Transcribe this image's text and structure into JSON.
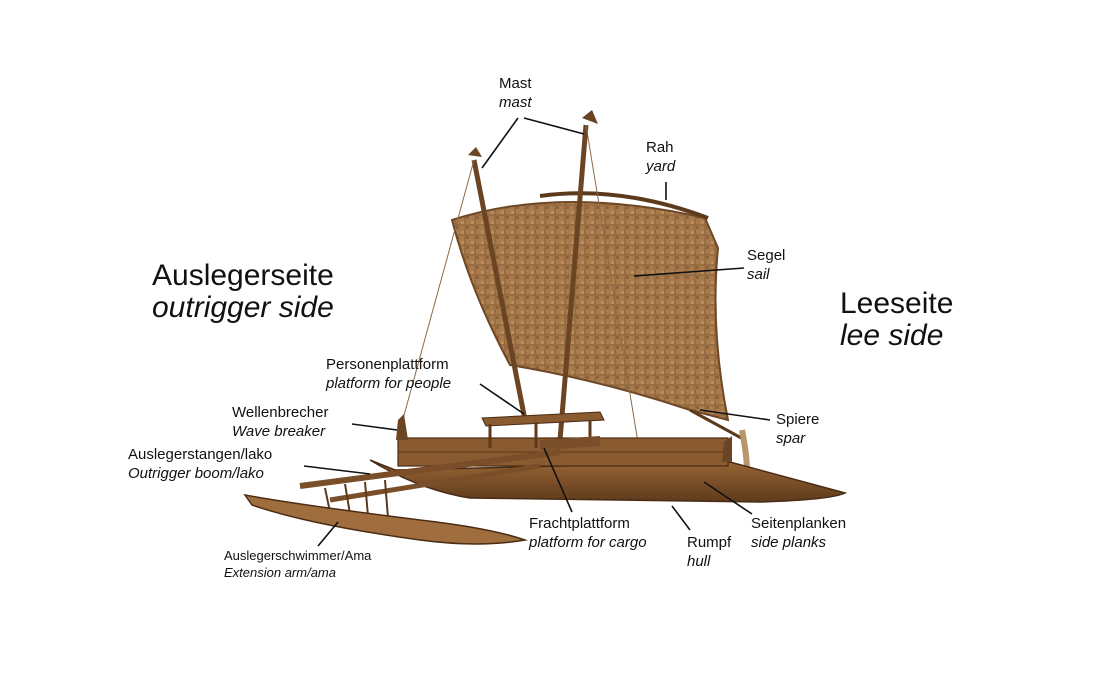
{
  "sides": {
    "outrigger": {
      "de": "Auslegerseite",
      "en": "outrigger side"
    },
    "lee": {
      "de": "Leeseite",
      "en": "lee side"
    }
  },
  "labels": {
    "mast": {
      "de": "Mast",
      "en": "mast"
    },
    "yard": {
      "de": "Rah",
      "en": "yard"
    },
    "sail": {
      "de": "Segel",
      "en": "sail"
    },
    "platform_people": {
      "de": "Personenplattform",
      "en": "platform for people"
    },
    "wave_breaker": {
      "de": "Wellenbrecher",
      "en": "Wave breaker"
    },
    "outrigger_boom": {
      "de": "Auslegerstangen/lako",
      "en": "Outrigger boom/lako"
    },
    "ama": {
      "de": "Auslegerschwimmer/Ama",
      "en": "Extension arm/ama"
    },
    "spar": {
      "de": "Spiere",
      "en": "spar"
    },
    "cargo_platform": {
      "de": "Frachtplattform",
      "en": "platform for cargo"
    },
    "hull": {
      "de": "Rumpf",
      "en": "hull"
    },
    "side_planks": {
      "de": "Seitenplanken",
      "en": "side planks"
    }
  },
  "colors": {
    "wood": "#8a5a30",
    "wood_dark": "#5e3a1c",
    "sail": "#a87a4c",
    "sail_dark": "#7c5530",
    "leader": "#111111"
  }
}
